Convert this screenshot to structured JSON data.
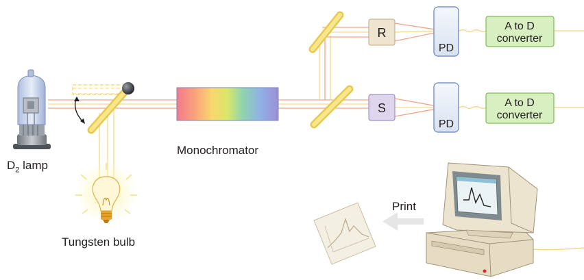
{
  "labels": {
    "d2_lamp_main": "D",
    "d2_lamp_sub": "2",
    "d2_lamp_rest": " lamp",
    "tungsten": "Tungsten bulb",
    "monochromator": "Monochromator",
    "print": "Print",
    "reference_cell": "R",
    "sample_cell": "S",
    "photodiode_top": "PD",
    "photodiode_bottom": "PD",
    "converter_top_line1": "A to D",
    "converter_top_line2": "converter",
    "converter_bottom_line1": "A to D",
    "converter_bottom_line2": "converter"
  },
  "colors": {
    "uv_beam": "#f4a388",
    "visible_beam": "#f6d98a",
    "reference_box": "#efe4cf",
    "sample_box": "#ddd6ec",
    "converter_box": "#d8efc2",
    "converter_border": "#7dbb55",
    "photodiode": "#e9eef7",
    "mirror": "#f6df7a",
    "computer_body": "#ece4cf"
  },
  "icons": [
    "d2-lamp-icon",
    "tungsten-bulb-icon",
    "pivot-mirror-icon",
    "beam-splitter-icon",
    "computer-icon",
    "printout-icon",
    "arrow-left-icon"
  ]
}
